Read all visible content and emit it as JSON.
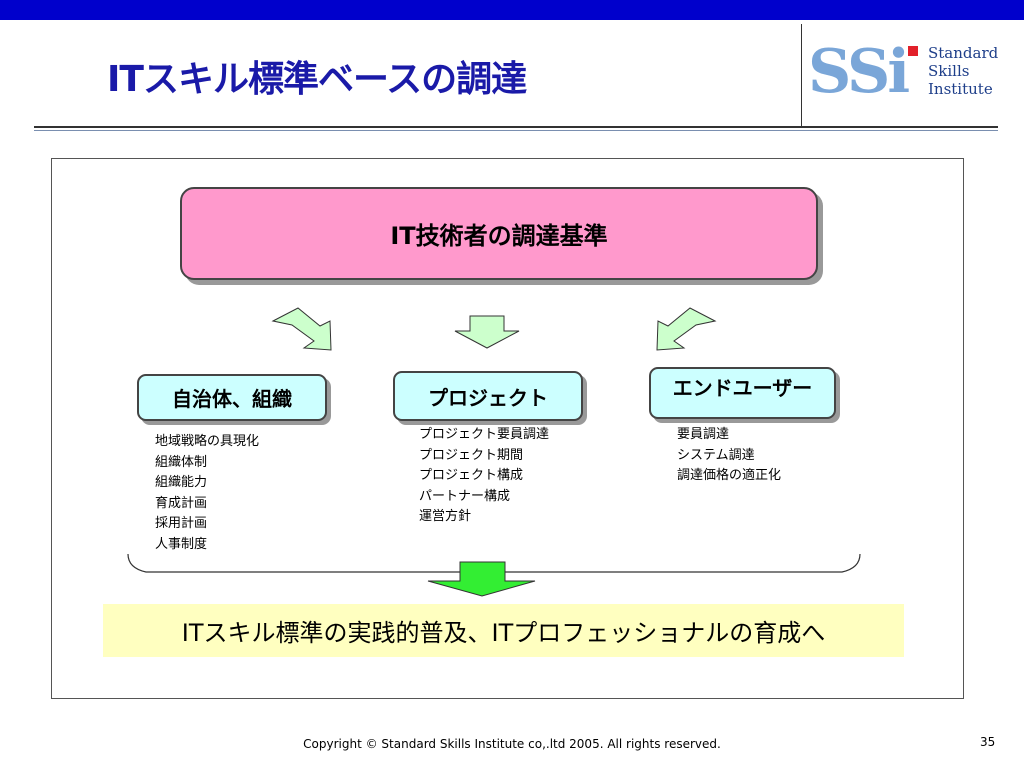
{
  "header": {
    "title": "ITスキル標準ベースの調達",
    "logo_mark": "SSi",
    "logo_lines": [
      "Standard",
      "Skills",
      "Institute"
    ]
  },
  "diagram": {
    "top_box": "IT技術者の調達基準",
    "columns": [
      {
        "label": "自治体、組織",
        "items": [
          "地域戦略の具現化",
          "組織体制",
          "組織能力",
          "育成計画",
          "採用計画",
          "人事制度"
        ]
      },
      {
        "label": "プロジェクト",
        "items": [
          "プロジェクト要員調達",
          "プロジェクト期間",
          "プロジェクト構成",
          "パートナー構成",
          "運営方針"
        ]
      },
      {
        "label": "エンドユーザー",
        "items": [
          "要員調達",
          "システム調達",
          "調達価格の適正化"
        ]
      }
    ],
    "conclusion": "ITスキル標準の実践的普及、ITプロフェッショナルの育成へ"
  },
  "footer": {
    "copyright": "Copyright © Standard Skills Institute co,.ltd 2005. All rights reserved.",
    "page_number": "35"
  },
  "colors": {
    "top_bar": "#0000cc",
    "title": "#1a1aa8",
    "top_box_fill": "#ff99cc",
    "column_box_fill": "#ccffff",
    "arrow_fill": "#ccffcc",
    "down_arrow_fill": "#33ee33",
    "conclusion_fill": "#ffffc0",
    "logo_blue": "#7aa6d8",
    "logo_red": "#e2202a"
  }
}
